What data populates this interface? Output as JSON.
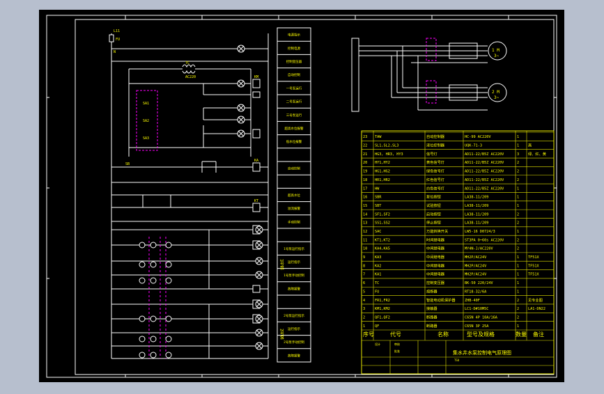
{
  "colors": {
    "background": "#b7bfce",
    "sheet": "#000000",
    "frame": "#ffffff",
    "table_line": "#e6e600",
    "text": "#ffff00",
    "wire": "#ffffff",
    "accent_magenta": "#ff00ff",
    "green": "#00ff00",
    "red": "#ff0000"
  },
  "circuit_labels": {
    "terminal_L": "L11",
    "terminal_N": "N",
    "fuse": "FU",
    "transformer": "TC",
    "transformer_v": "AC220",
    "sw1": "SA1",
    "sw2": "SA2",
    "sw3": "SA3",
    "km": "KM",
    "ka": "KA",
    "kt": "KT",
    "sb": "SB"
  },
  "function_blocks": [
    "电源指示",
    "控制电源",
    "控制变压器",
    "自动控制",
    "一号泵运行",
    "二号泵运行",
    "三号泵运行",
    "超高水位报警",
    "低水位报警",
    "",
    "自动控制",
    "",
    "超高水位",
    "溢流报警",
    "手动控制",
    "",
    "1号泵运行指示",
    "运行指示",
    "1号泵手动控制",
    "故障报警",
    "",
    "2号泵运行指示",
    "运行指示",
    "2号泵手动控制",
    "故障报警"
  ],
  "pump_side_label": "1号泵",
  "pump2_side_label": "2号泵",
  "motors": [
    {
      "label": "1 M",
      "sub": "3~"
    },
    {
      "label": "2 M",
      "sub": "3~"
    }
  ],
  "bom": {
    "rows": [
      {
        "no": "23",
        "code": "TAW",
        "name": "自动控制器",
        "spec": "HC-99 AC220V",
        "qty": "1",
        "note": ""
      },
      {
        "no": "22",
        "code": "SL1,SL2,SL3",
        "name": "液位控制器",
        "spec": "UQK-71-3",
        "qty": "1",
        "note": "高"
      },
      {
        "no": "21",
        "code": "HG3, HR3, HY3",
        "name": "信号灯",
        "spec": "AD11-22/B5Z AC220V",
        "qty": "3",
        "note": "绿、红、黄"
      },
      {
        "no": "20",
        "code": "HY1,HY2",
        "name": "黄色信号灯",
        "spec": "AD11-22/B5Z AC220V",
        "qty": "2",
        "note": ""
      },
      {
        "no": "19",
        "code": "HG1,HG2",
        "name": "绿色信号灯",
        "spec": "AD11-22/B5Z AC220V",
        "qty": "2",
        "note": ""
      },
      {
        "no": "18",
        "code": "HR1,HR2",
        "name": "红色信号灯",
        "spec": "AD11-22/B5Z AC220V",
        "qty": "2",
        "note": ""
      },
      {
        "no": "17",
        "code": "HW",
        "name": "白色信号灯",
        "spec": "AD11-22/B5Z AC220V",
        "qty": "1",
        "note": ""
      },
      {
        "no": "16",
        "code": "SBR",
        "name": "复位按钮",
        "spec": "LA38-11/209",
        "qty": "1",
        "note": ""
      },
      {
        "no": "15",
        "code": "SBT",
        "name": "试验按钮",
        "spec": "LA38-11/209",
        "qty": "1",
        "note": ""
      },
      {
        "no": "14",
        "code": "SF1,SF2",
        "name": "启动按钮",
        "spec": "LA38-11/209",
        "qty": "2",
        "note": ""
      },
      {
        "no": "13",
        "code": "SS1,SS2",
        "name": "停止按钮",
        "spec": "LA38-11/209",
        "qty": "2",
        "note": ""
      },
      {
        "no": "12",
        "code": "SAC",
        "name": "万能转换开关",
        "spec": "LW5-16 D0724/3",
        "qty": "1",
        "note": ""
      },
      {
        "no": "11",
        "code": "KT1,KT2",
        "name": "时间继电器",
        "spec": "ST3PA 0~60s AC220V",
        "qty": "2",
        "note": ""
      },
      {
        "no": "10",
        "code": "KA4,KA5",
        "name": "中间继电器",
        "spec": "MY4N-J/AC220V",
        "qty": "2",
        "note": ""
      },
      {
        "no": "9",
        "code": "KA3",
        "name": "中间继电器",
        "spec": "MH2P/AC24V",
        "qty": "1",
        "note": "TF51X"
      },
      {
        "no": "8",
        "code": "KA2",
        "name": "中间继电器",
        "spec": "MH2P/AC24V",
        "qty": "1",
        "note": "TF51X"
      },
      {
        "no": "7",
        "code": "KA1",
        "name": "中间继电器",
        "spec": "MH2P/AC24V",
        "qty": "1",
        "note": "TF51X"
      },
      {
        "no": "6",
        "code": "TC",
        "name": "控制变压器",
        "spec": "BK-50 220/24V",
        "qty": "1",
        "note": ""
      },
      {
        "no": "5",
        "code": "FU",
        "name": "熔断器",
        "spec": "RT18-32/6A",
        "qty": "1",
        "note": ""
      },
      {
        "no": "4",
        "code": "FR1,FR2",
        "name": "智能电动机保护器",
        "spec": "ZHB-40F",
        "qty": "2",
        "note": "见专业图"
      },
      {
        "no": "3",
        "code": "KM1,KM2",
        "name": "接触器",
        "spec": "LC1-D#10M5C",
        "qty": "2",
        "note": "LA1-DN22"
      },
      {
        "no": "2",
        "code": "QF1,QF2",
        "name": "断路器",
        "spec": "C65N 4P 10A/16A",
        "qty": "2",
        "note": ""
      },
      {
        "no": "1",
        "code": "QF",
        "name": "断路器",
        "spec": "C65N 3P 25A",
        "qty": "1",
        "note": ""
      }
    ],
    "header": {
      "no": "序号",
      "code": "代号",
      "name": "名称",
      "spec": "型号及规格",
      "qty": "数量",
      "note": "备注"
    },
    "title": "集水井水泵控制电气原理图",
    "title_block": {
      "design": "设计",
      "check": "审核",
      "approve": "批准",
      "sheet": "TSU"
    }
  }
}
